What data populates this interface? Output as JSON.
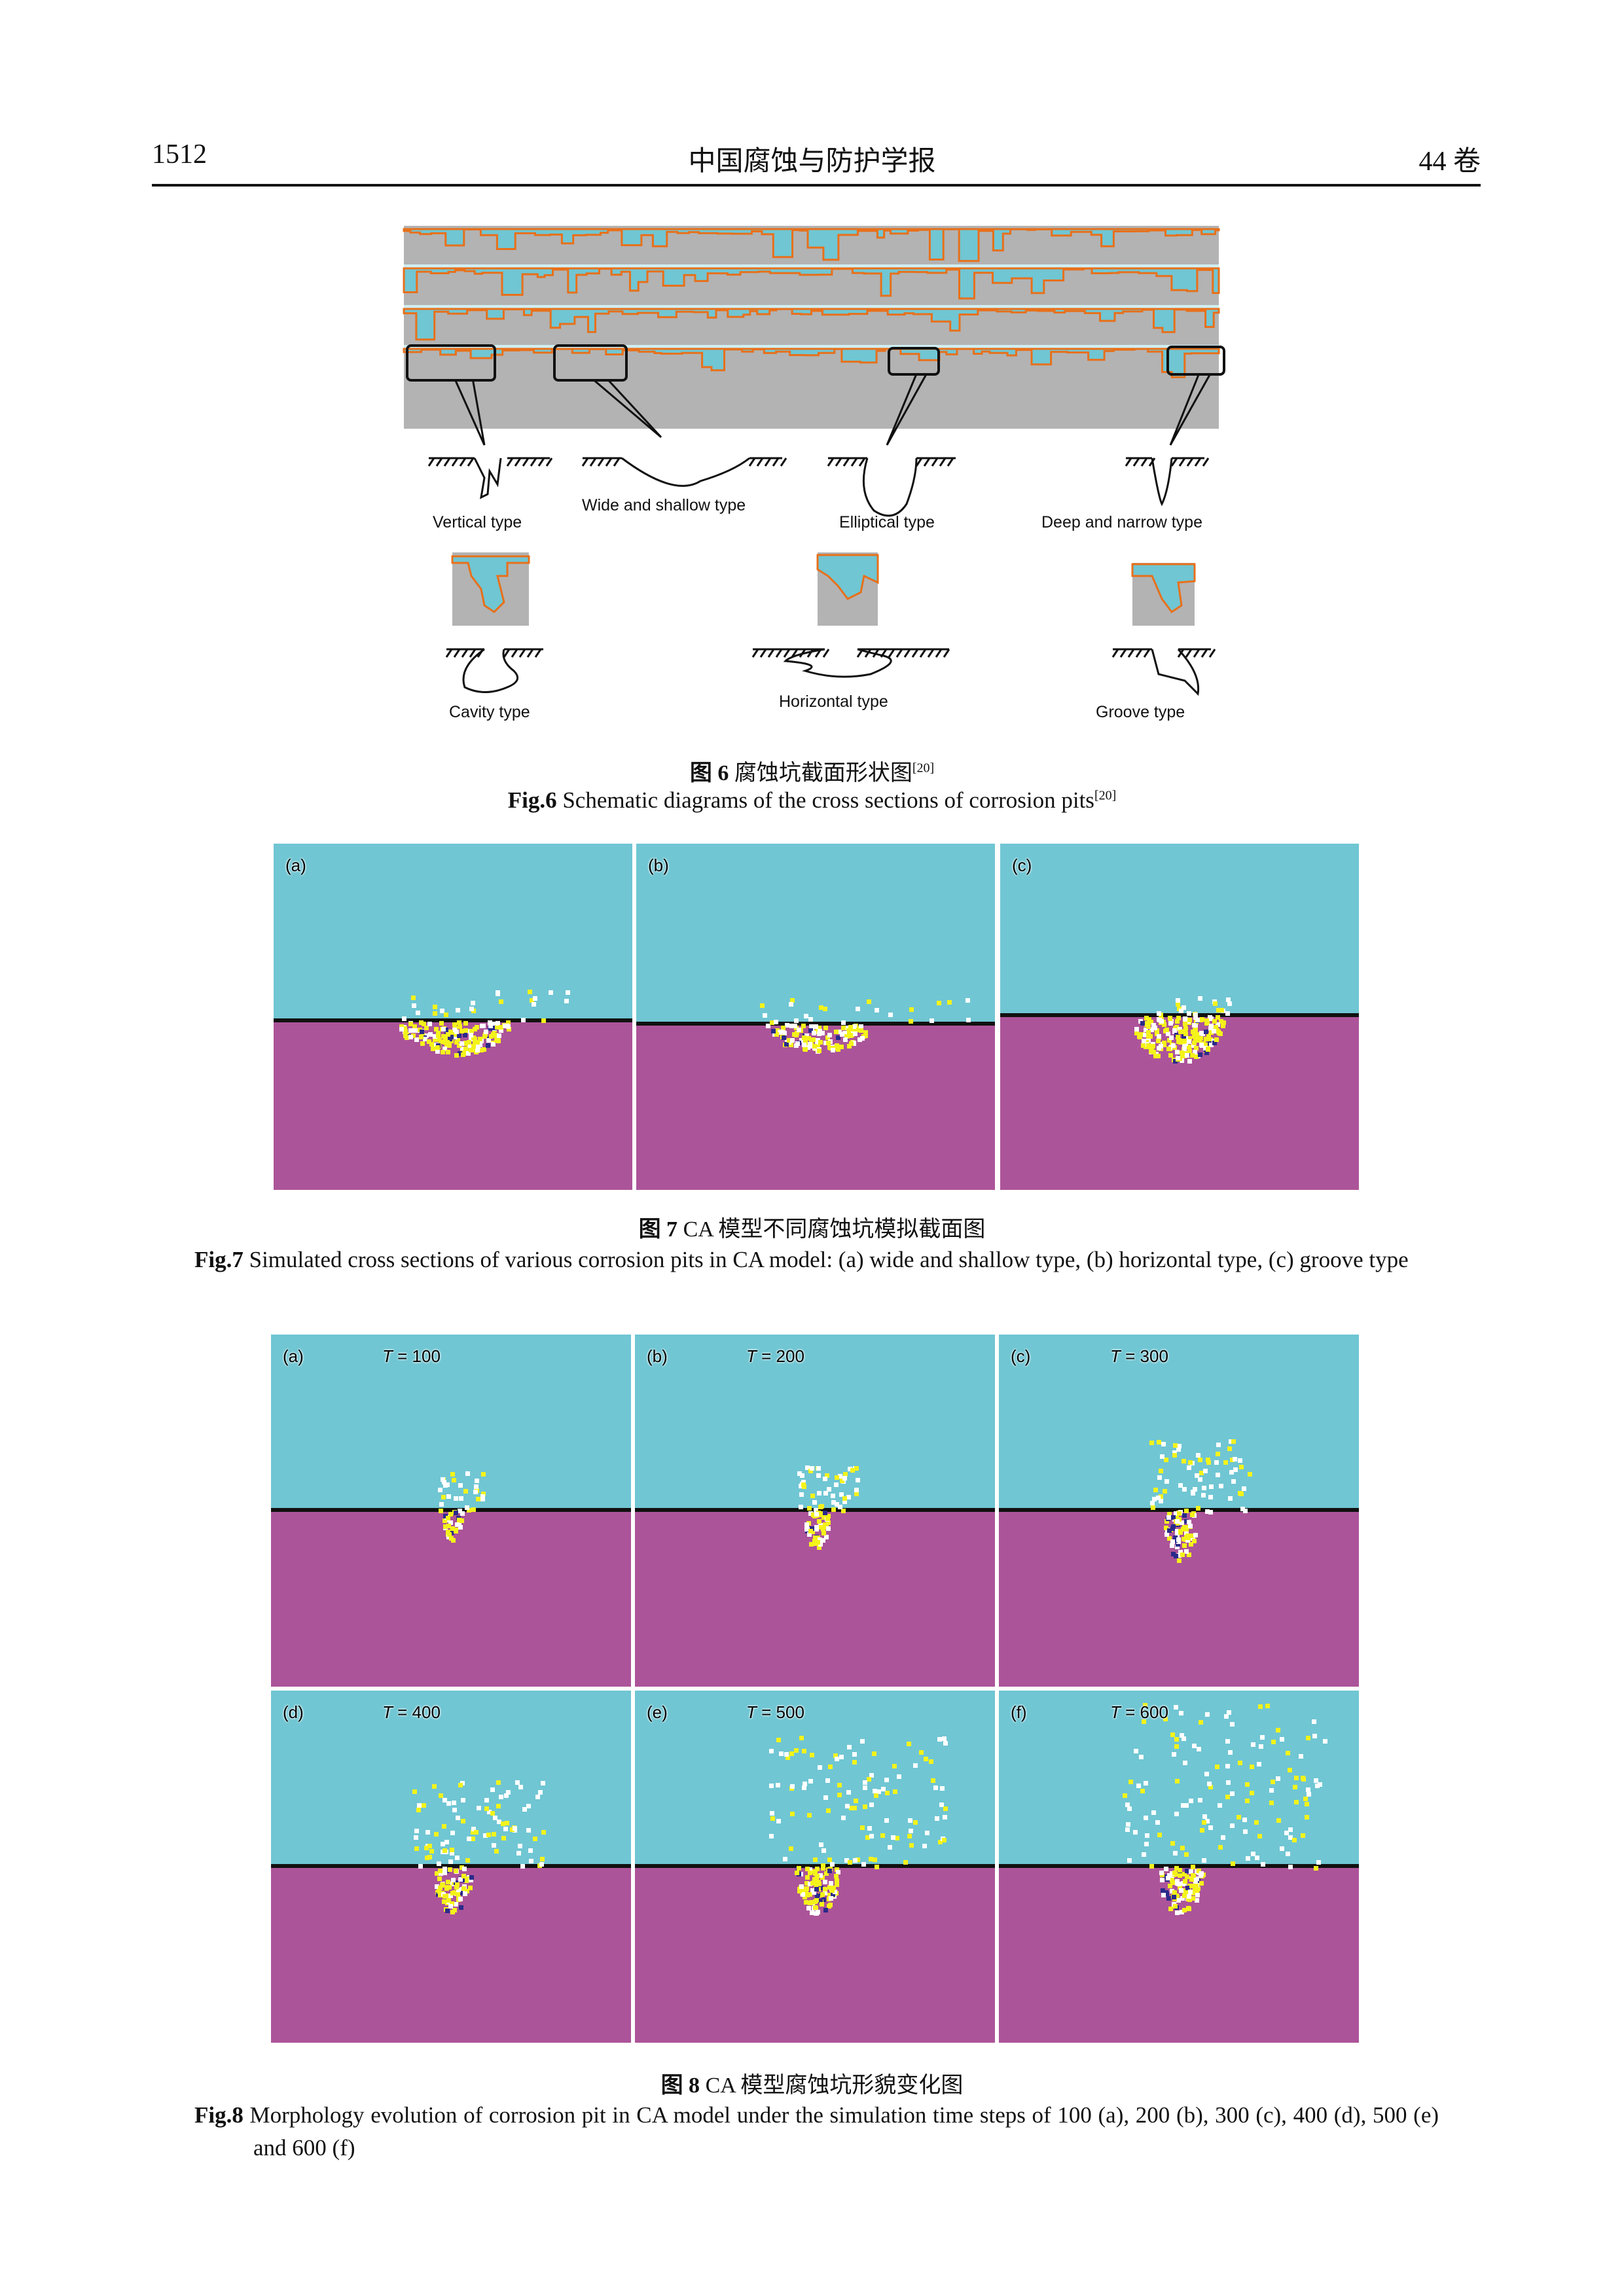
{
  "header": {
    "page_number": "1512",
    "journal_title": "中国腐蚀与防护学报",
    "volume": "44 卷"
  },
  "fig6": {
    "labels": {
      "vertical": "Vertical type",
      "wide_shallow": "Wide and shallow type",
      "elliptical": "Elliptical type",
      "deep_narrow": "Deep and narrow type",
      "cavity": "Cavity type",
      "horizontal": "Horizontal type",
      "groove": "Groove type"
    },
    "caption_cn_prefix": "图 6",
    "caption_cn": "腐蚀坑截面形状图",
    "caption_ref": "[20]",
    "caption_en_prefix": "Fig.6",
    "caption_en": "Schematic diagrams of the cross sections of corrosion pits"
  },
  "fig7": {
    "panels": [
      {
        "label": "(a)"
      },
      {
        "label": "(b)"
      },
      {
        "label": "(c)"
      }
    ],
    "caption_cn_prefix": "图 7",
    "caption_cn": "CA 模型不同腐蚀坑模拟截面图",
    "caption_en_prefix": "Fig.7",
    "caption_en": "Simulated cross sections of various corrosion pits in CA model: (a) wide and shallow type, (b) horizontal type, (c) groove type"
  },
  "fig8": {
    "panels": [
      {
        "label": "(a)",
        "t_var": "T",
        "t_value": "= 100"
      },
      {
        "label": "(b)",
        "t_var": "T",
        "t_value": "= 200"
      },
      {
        "label": "(c)",
        "t_var": "T",
        "t_value": "= 300"
      },
      {
        "label": "(d)",
        "t_var": "T",
        "t_value": "= 400"
      },
      {
        "label": "(e)",
        "t_var": "T",
        "t_value": "= 500"
      },
      {
        "label": "(f)",
        "t_var": "T",
        "t_value": "= 600"
      }
    ],
    "caption_cn_prefix": "图 8",
    "caption_cn": "CA 模型腐蚀坑形貌变化图",
    "caption_en_prefix": "Fig.8",
    "caption_en": "Morphology evolution of corrosion pit in CA model under the simulation time steps of 100 (a), 200 (b), 300 (c), 400 (d), 500 (e) and 600 (f)"
  },
  "colors": {
    "solution": "#70c6d3",
    "metal": "#ac5499",
    "substrate_gray": "#b3b3b3",
    "pit_edge": "#e8701a",
    "product_yellow": "#f4f31a"
  }
}
